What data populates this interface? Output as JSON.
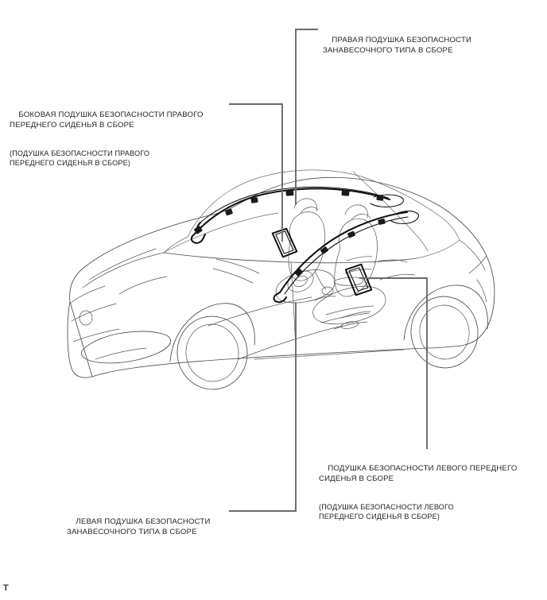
{
  "document": {
    "page_marker": "T"
  },
  "callouts": [
    {
      "id": "curtain-right",
      "primary": "ПРАВАЯ ПОДУШКА БЕЗОПАСНОСТИ\nЗАНАВЕСОЧНОГО ТИПА В СБОРЕ",
      "alternate": ""
    },
    {
      "id": "side-right",
      "primary": "БОКОВАЯ ПОДУШКА БЕЗОПАСНОСТИ ПРАВОГО\nПЕРЕДНЕГО СИДЕНЬЯ В СБОРЕ",
      "alternate": "(ПОДУШКА БЕЗОПАСНОСТИ ПРАВОГО\nПЕРЕДНЕГО СИДЕНЬЯ В СБОРЕ)"
    },
    {
      "id": "side-left",
      "primary": "ПОДУШКА БЕЗОПАСНОСТИ ЛЕВОГО ПЕРЕДНЕГО\nСИДЕНЬЯ В СБОРЕ",
      "alternate": "(ПОДУШКА БЕЗОПАСНОСТИ ЛЕВОГО\nПЕРЕДНЕГО СИДЕНЬЯ В СБОРЕ)"
    },
    {
      "id": "curtain-left",
      "primary": "ЛЕВАЯ ПОДУШКА БЕЗОПАСНОСТИ\nЗАНАВЕСОЧНОГО ТИПА В СБОРЕ",
      "alternate": ""
    }
  ],
  "colors": {
    "text": "#231f20",
    "leader_line": "#6b6b6b",
    "vehicle_outline": "#4a4a4a",
    "airbag_outline": "#111111",
    "background": "#ffffff"
  },
  "illustration": {
    "subject": "sport coupe three-quarter front-left view, ghosted line art",
    "highlighted_parts": [
      "right curtain shield airbag assembly along roof rail",
      "left curtain shield airbag assembly along roof rail",
      "right front seat side airbag module",
      "left front seat side airbag module"
    ]
  }
}
